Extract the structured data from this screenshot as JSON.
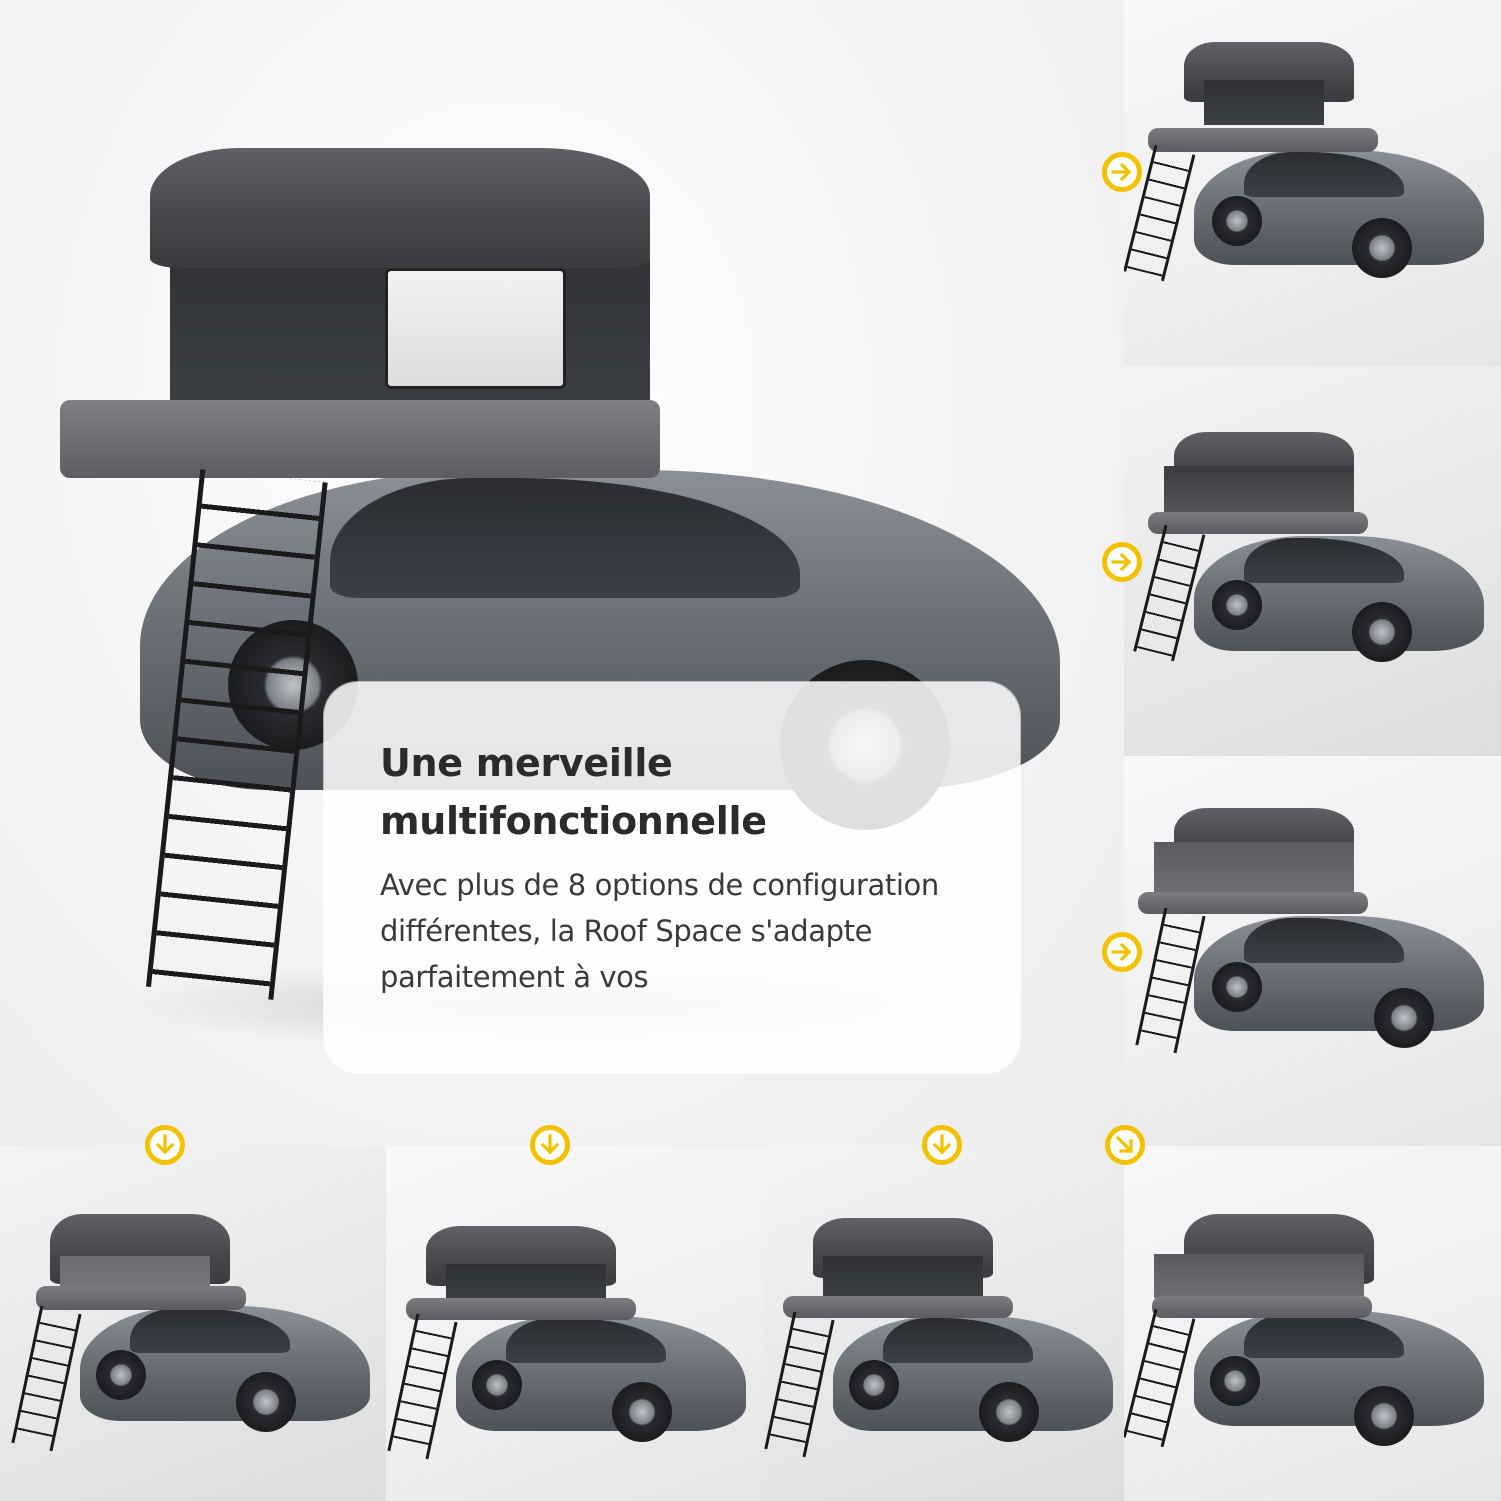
{
  "card": {
    "title": "Une merveille multifonctionnelle",
    "body": "Avec plus de 8 options de configuration différentes, la Roof Space s'adapte parfaitement à vos"
  },
  "colors": {
    "accent_arrow": "#f2c200",
    "title_text": "#2b2b2b",
    "body_text": "#3a3a3a"
  },
  "hero": {
    "subject": "Roof tent fully opened on grey station wagon with telescopic ladder"
  },
  "configurations": [
    {
      "panel": "right-1",
      "arrow": "arrow-right",
      "subject": "Tent open, both side flaps raised"
    },
    {
      "panel": "right-2",
      "arrow": "arrow-right",
      "subject": "Tent open, mesh walls"
    },
    {
      "panel": "right-3",
      "arrow": "arrow-right",
      "subject": "Tent open, side awning extended"
    },
    {
      "panel": "bottom-4",
      "arrow": "arrow-down-right",
      "subject": "Tent open, front awning extended"
    },
    {
      "panel": "bottom-3",
      "arrow": "arrow-down",
      "subject": "Tent open, front panel raised"
    },
    {
      "panel": "bottom-2",
      "arrow": "arrow-down",
      "subject": "Tent open, awning and floor visible"
    },
    {
      "panel": "bottom-1",
      "arrow": "arrow-down",
      "subject": "Tent open, awning with closed walls"
    }
  ]
}
